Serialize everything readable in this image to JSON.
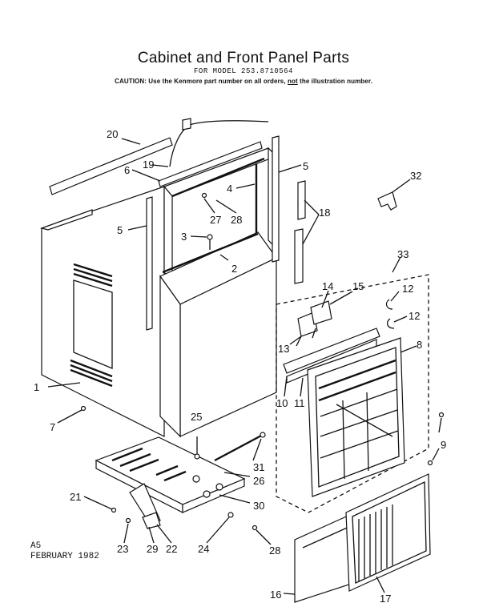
{
  "header": {
    "title": "Cabinet and Front Panel Parts",
    "model": "FOR MODEL 253.8710564",
    "caution_prefix": "CAUTION: Use the Kenmore part number on all orders,",
    "caution_not": "not",
    "caution_suffix": "the illustration number."
  },
  "footer": {
    "code": "A5",
    "date": "FEBRUARY 1982"
  },
  "callouts": {
    "c1": "1",
    "c2": "2",
    "c3": "3",
    "c4": "4",
    "c5a": "5",
    "c5b": "5",
    "c6": "6",
    "c7": "7",
    "c8": "8",
    "c9": "9",
    "c10": "10",
    "c11": "11",
    "c12a": "12",
    "c12b": "12",
    "c13": "13",
    "c14": "14",
    "c15": "15",
    "c16": "16",
    "c17": "17",
    "c18": "18",
    "c19": "19",
    "c20": "20",
    "c21": "21",
    "c22": "22",
    "c23": "23",
    "c24": "24",
    "c25": "25",
    "c26": "26",
    "c27": "27",
    "c28a": "28",
    "c28b": "28",
    "c29": "29",
    "c30": "30",
    "c31": "31",
    "c32": "32",
    "c33": "33"
  }
}
